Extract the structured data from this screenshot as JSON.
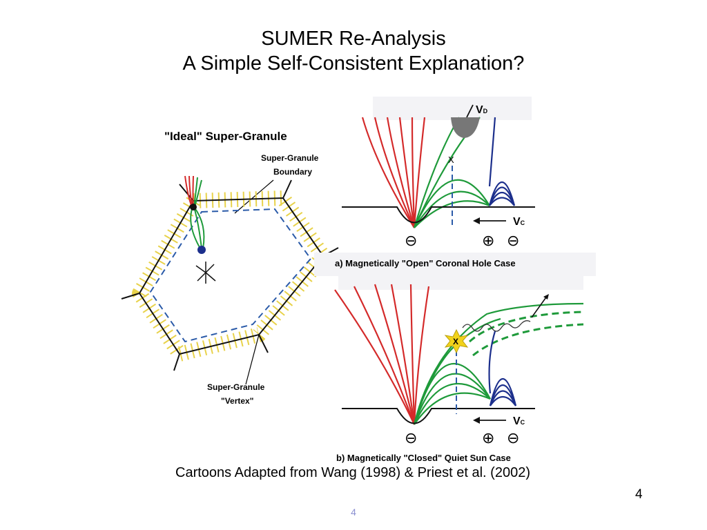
{
  "slide": {
    "title_line1": "SUMER Re-Analysis",
    "title_line2": "A Simple Self-Consistent Explanation?",
    "caption": "Cartoons Adapted from Wang (1998) & Priest et al. (2002)",
    "slide_number": "4",
    "footer_number": "4"
  },
  "left_figure": {
    "heading": "\"Ideal\" Super-Granule",
    "boundary_label_1": "Super-Granule",
    "boundary_label_2": "Boundary",
    "vertex_label_1": "Super-Granule",
    "vertex_label_2": "\"Vertex\""
  },
  "panel_a": {
    "caption": "a) Magnetically \"Open\" Coronal Hole Case",
    "vd_label": "V",
    "vd_sub": "D",
    "vc_label": "V",
    "vc_sub": "C",
    "x_mark": "X",
    "minus_left": "⊖",
    "plus": "⊕",
    "minus_right": "⊖"
  },
  "panel_b": {
    "caption": "b) Magnetically \"Closed\" Quiet Sun Case",
    "vc_label": "V",
    "vc_sub": "C",
    "x_mark": "X",
    "minus_left": "⊖",
    "plus": "⊕",
    "minus_right": "⊖"
  },
  "colors": {
    "red_field": "#d42a2a",
    "green_field": "#1e9a3a",
    "blue_field": "#1c2f8c",
    "dashed": "#2a5aa8",
    "yellow": "#e8d24a",
    "panel_bg": "#f3f3f6"
  }
}
